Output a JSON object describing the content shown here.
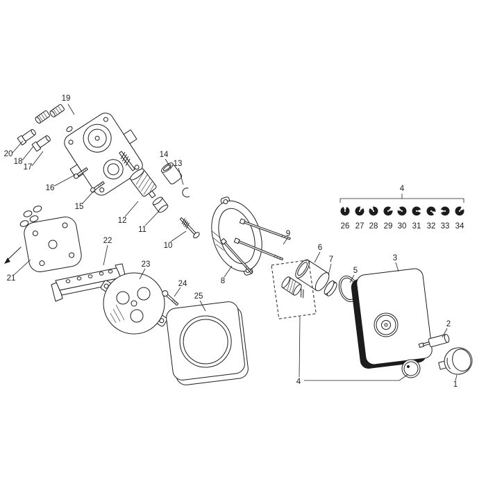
{
  "colors": {
    "background": "#ffffff",
    "line": "#1c1c1c",
    "shade_dark": "#1c1c1c"
  },
  "diagram": {
    "kind": "exploded-parts-diagram",
    "callouts": {
      "c1": "1",
      "c2": "2",
      "c3": "3",
      "c4_group": "4",
      "c4_variants": "4",
      "c5": "5",
      "c6": "6",
      "c7": "7",
      "c8": "8",
      "c9": "9",
      "c10": "10",
      "c11": "11",
      "c12": "12",
      "c13": "13",
      "c14": "14",
      "c15": "15",
      "c16": "16",
      "c17": "17",
      "c18": "18",
      "c19": "19",
      "c20": "20",
      "c21": "21",
      "c22": "22",
      "c23": "23",
      "c24": "24",
      "c25": "25",
      "c26": "26",
      "c27": "27",
      "c28": "28",
      "c29": "29",
      "c30": "30",
      "c31": "31",
      "c32": "32",
      "c33": "33",
      "c34": "34"
    }
  }
}
